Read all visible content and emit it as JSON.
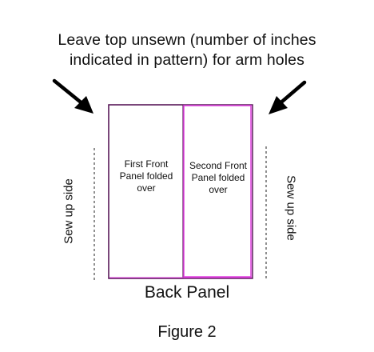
{
  "instruction": {
    "line1": "Leave top unsewn (number of inches",
    "line2": "indicated in pattern) for arm holes"
  },
  "panels": {
    "first_front": [
      "First Front",
      "Panel folded",
      "over"
    ],
    "second_front": [
      "Second Front",
      "Panel folded",
      "over"
    ],
    "back": "Back Panel"
  },
  "sides": {
    "left": "Sew up side",
    "right": "Sew up side"
  },
  "caption": "Figure 2",
  "colors": {
    "outline": "#5a1a5a",
    "panel_edge": "#e040e0",
    "text": "#111111"
  },
  "icons": {
    "left_arrow": "arrow-down-right-icon",
    "right_arrow": "arrow-down-left-icon"
  }
}
